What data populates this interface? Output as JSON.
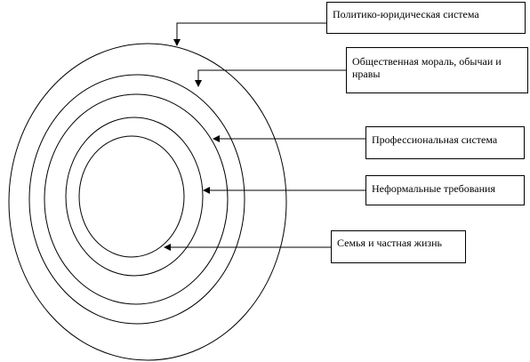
{
  "diagram": {
    "labels": {
      "political": "Политико-юридическая  система",
      "morality": "Общественная мораль, обычаи и нравы",
      "professional": "Профессиональная система",
      "informal": "Неформальные требования",
      "family": "Семья и частная жизнь"
    },
    "colors": {
      "stroke": "#000000",
      "background": "#ffffff"
    }
  }
}
